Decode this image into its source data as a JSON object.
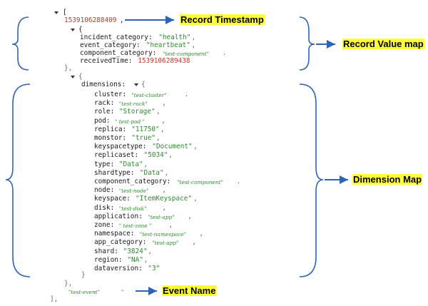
{
  "labels": {
    "record_timestamp": "Record Timestamp",
    "record_value_map": "Record Value map",
    "dimension_map": "Dimension Map",
    "event_name": "Event Name"
  },
  "record": {
    "open_bracket": "[",
    "timestamp": "1539106288409",
    "value_map": {
      "open": "{",
      "fields": [
        {
          "key": "incident_category:",
          "value": "\"health\"",
          "style": "s",
          "tail": ","
        },
        {
          "key": "event_category:",
          "value": "\"heartbeat\"",
          "style": "s",
          "tail": ","
        },
        {
          "key": "component_category:",
          "value": "\"test-component\"",
          "style": "it",
          "tail": "."
        },
        {
          "key": "receivedTime:",
          "value": "1539106289438",
          "style": "n",
          "tail": ""
        }
      ],
      "close": "},"
    },
    "dimensions_wrapper_open": "{",
    "dimensions_key": "dimensions:",
    "dimensions_open": "{",
    "dimensions": [
      {
        "key": "cluster:",
        "value": "\"test-cluster\"",
        "style": "it",
        "tail": "."
      },
      {
        "key": "rack:",
        "value": "\"test-rack\"",
        "style": "it",
        "tail": ","
      },
      {
        "key": "role:",
        "value": "\"Storage\"",
        "style": "s",
        "tail": ","
      },
      {
        "key": "pod:",
        "value": "\" test-pod \"",
        "style": "it",
        "tail": ","
      },
      {
        "key": "replica:",
        "value": "\"11750\"",
        "style": "s",
        "tail": ","
      },
      {
        "key": "monstor:",
        "value": "\"true\"",
        "style": "s",
        "tail": ","
      },
      {
        "key": "keyspacetype:",
        "value": "\"Document\"",
        "style": "s",
        "tail": ","
      },
      {
        "key": "replicaset:",
        "value": "\"5034\"",
        "style": "s",
        "tail": ","
      },
      {
        "key": "type:",
        "value": "\"Data\"",
        "style": "s",
        "tail": ","
      },
      {
        "key": "shardtype:",
        "value": "\"Data\"",
        "style": "s",
        "tail": ","
      },
      {
        "key": "component_category:",
        "value": "\"test-component\"",
        "style": "it",
        "tail": "."
      },
      {
        "key": "node:",
        "value": "\"test-node\"",
        "style": "it",
        "tail": ","
      },
      {
        "key": "keyspace:",
        "value": "\"ItemKeyspace\"",
        "style": "s",
        "tail": ","
      },
      {
        "key": "disk:",
        "value": "\"test-disk\"",
        "style": "it",
        "tail": ","
      },
      {
        "key": "application:",
        "value": "\"test-app\"",
        "style": "it",
        "tail": ","
      },
      {
        "key": "zone:",
        "value": "\" test-zone \"",
        "style": "it",
        "tail": ","
      },
      {
        "key": "namespace:",
        "value": "\"test-namespace\"",
        "style": "it",
        "tail": ","
      },
      {
        "key": "app_category:",
        "value": "\"test-app\"",
        "style": "it",
        "tail": ","
      },
      {
        "key": "shard:",
        "value": "\"3824\"",
        "style": "s",
        "tail": ","
      },
      {
        "key": "region:",
        "value": "\"NA\"",
        "style": "s",
        "tail": ","
      },
      {
        "key": "dataversion:",
        "value": "\"3\"",
        "style": "s",
        "tail": ""
      }
    ],
    "dimensions_close": "}",
    "dimensions_wrapper_close": "},",
    "event_name": "\"test-event\"",
    "event_tail": "\"",
    "close_bracket": "],"
  },
  "colors": {
    "arrow": "#2e63b8",
    "highlight": "#ffff33",
    "string": "#2e8b2e",
    "number": "#c0392b"
  }
}
